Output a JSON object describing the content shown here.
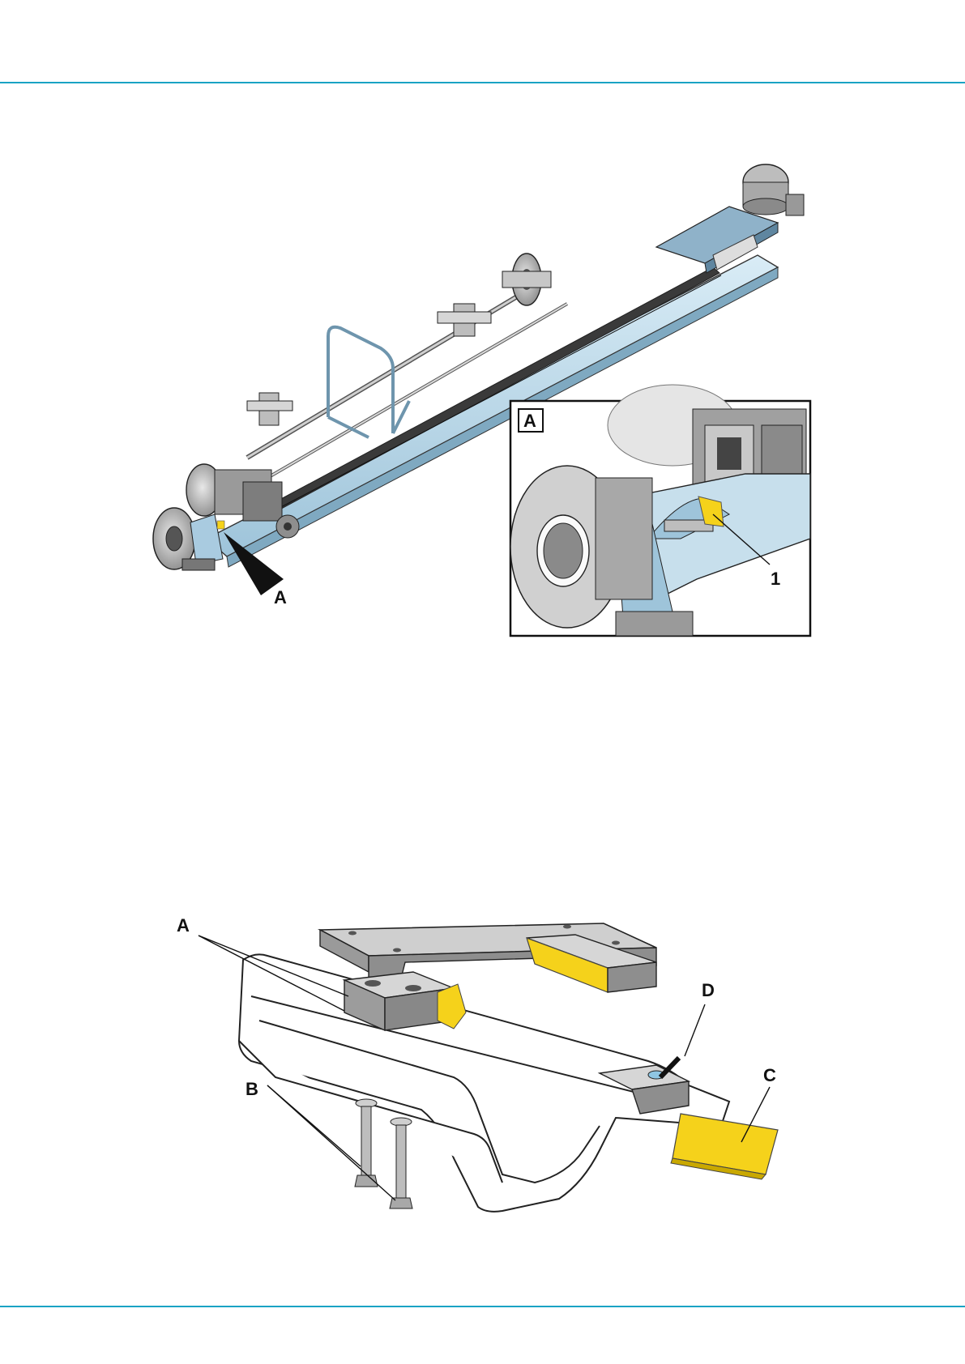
{
  "colors": {
    "accent_rule": "#1aa3c4",
    "highlight_yellow": "#f5d21b",
    "frame_blue": "#a9cbe0",
    "steel_grey": "#9a9c9e"
  },
  "figure_boom": {
    "callout_label": "A",
    "detail_label": "A",
    "detail_item": "1"
  },
  "figure_rail": {
    "label_a": "A",
    "label_b": "B",
    "label_c": "C",
    "label_d": "D"
  }
}
